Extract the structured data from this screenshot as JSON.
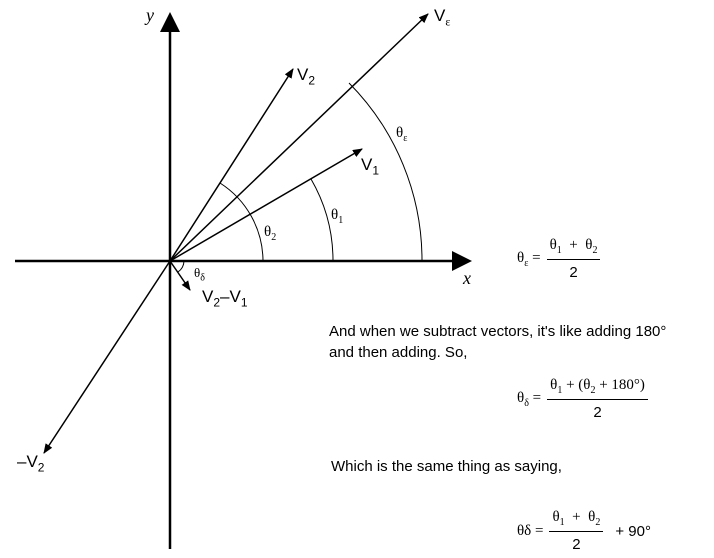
{
  "axes": {
    "x_label": "x",
    "y_label": "y"
  },
  "vectors": {
    "v_epsilon": {
      "base": "V",
      "sub": "ε"
    },
    "v2": {
      "base": "V",
      "sub": "2"
    },
    "v1": {
      "base": "V",
      "sub": "1"
    },
    "v2_minus_v1": {
      "text": "V",
      "sub_a": "2",
      "mid": "–V",
      "sub_b": "1"
    },
    "neg_v2": {
      "base": "–V",
      "sub": "2"
    }
  },
  "angles": {
    "theta_epsilon": {
      "base": "θ",
      "sub": "ε"
    },
    "theta_1": {
      "base": "θ",
      "sub": "1"
    },
    "theta_2": {
      "base": "θ",
      "sub": "2"
    },
    "theta_delta": {
      "base": "θ",
      "sub": "δ"
    }
  },
  "equations": {
    "eq1": {
      "lhs_base": "θ",
      "lhs_sub": "ε",
      "equals": "=",
      "num_a": "θ",
      "num_a_sub": "1",
      "num_mid": "  +  θ",
      "num_b_sub": "2",
      "den": "2"
    },
    "eq2": {
      "lhs_base": "θ",
      "lhs_sub": "δ",
      "equals": "=",
      "num_a": "θ",
      "num_a_sub": "1",
      "num_mid": " + (θ",
      "num_b_sub": "2",
      "num_end": " + 180°)",
      "den": "2"
    },
    "eq3": {
      "lhs_base": "θδ",
      "equals": "=",
      "num_a": "θ",
      "num_a_sub": "1",
      "num_mid": "  +  θ",
      "num_b_sub": "2",
      "den": "2",
      "tail": "+ 90°"
    }
  },
  "text": {
    "para1_line1": "And when we subtract vectors, it's like adding 180°",
    "para1_line2": "and then adding.  So,",
    "para2": "Which is the same thing as saying,"
  }
}
